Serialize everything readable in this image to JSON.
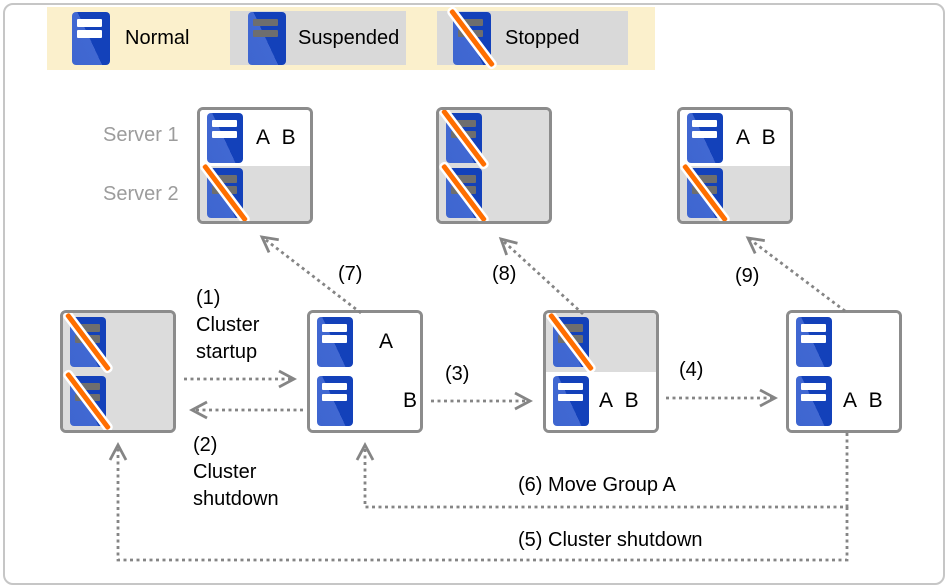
{
  "colors": {
    "server_blue": "#1341BA",
    "server_blue_light": "#4168D2",
    "slash_orange": "#FF6E00",
    "legend_bg": "#FBF0CC",
    "gray_fill": "#DCDCDC",
    "arrow_gray": "#858585"
  },
  "legend": {
    "items": [
      {
        "label": "Normal",
        "state": "normal"
      },
      {
        "label": "Suspended",
        "state": "suspended"
      },
      {
        "label": "Stopped",
        "state": "stopped"
      }
    ]
  },
  "server_labels": {
    "server1": "Server 1",
    "server2": "Server 2"
  },
  "boxes": {
    "top1": {
      "rows": [
        {
          "state": "normal",
          "label": "A B"
        },
        {
          "state": "stopped",
          "label": ""
        }
      ]
    },
    "top2": {
      "rows": [
        {
          "state": "stopped",
          "label": ""
        },
        {
          "state": "stopped",
          "label": ""
        }
      ]
    },
    "top3": {
      "rows": [
        {
          "state": "normal",
          "label": "A B"
        },
        {
          "state": "stopped",
          "label": ""
        }
      ]
    },
    "mid1": {
      "rows": [
        {
          "state": "stopped",
          "label": ""
        },
        {
          "state": "stopped",
          "label": ""
        }
      ]
    },
    "mid2": {
      "rows": [
        {
          "state": "normal",
          "label": "A"
        },
        {
          "state": "normal",
          "label": "B"
        }
      ]
    },
    "mid3": {
      "rows": [
        {
          "state": "stopped",
          "label": ""
        },
        {
          "state": "normal",
          "label": "A B"
        }
      ]
    },
    "mid4": {
      "rows": [
        {
          "state": "normal",
          "label": ""
        },
        {
          "state": "normal",
          "label": "A B"
        }
      ]
    }
  },
  "transitions": {
    "t1": {
      "label": "(1)\nCluster\nstartup"
    },
    "t2": {
      "label": "(2)\nCluster\nshutdown"
    },
    "t3": {
      "label": "(3)"
    },
    "t4": {
      "label": "(4)"
    },
    "t5": {
      "label": "(5) Cluster shutdown"
    },
    "t6": {
      "label": "(6) Move Group A"
    },
    "t7": {
      "label": "(7)"
    },
    "t8": {
      "label": "(8)"
    },
    "t9": {
      "label": "(9)"
    }
  }
}
